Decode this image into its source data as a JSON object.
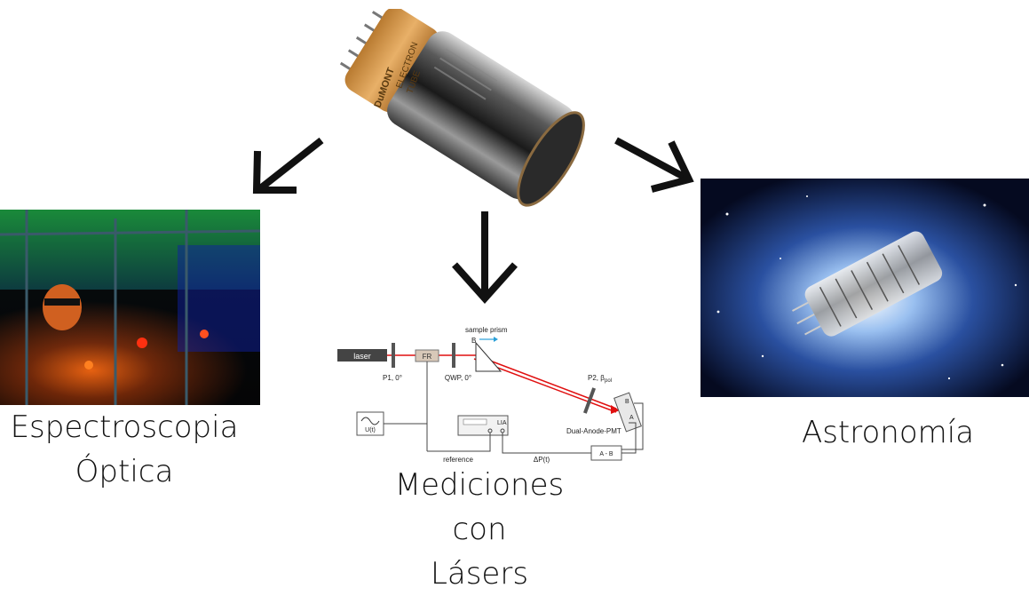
{
  "captions": {
    "optics_line1": "Espectroscopia",
    "optics_line2": "Óptica",
    "lasers_line1": "Mediciones con",
    "lasers_line2": "Lásers",
    "astro": "Astronomía"
  },
  "pmt_label": {
    "line1": "ELECTRON",
    "line2": "TUBE",
    "brand": "DuMONT"
  },
  "setup": {
    "laser": "laser",
    "fr": "FR",
    "p1": "P1, 0°",
    "qwp": "QWP, 0°",
    "prism": "sample prism",
    "b_field": "B",
    "p2": "P2, β",
    "p2_sub": "pol",
    "pmt": "Dual-Anode-PMT",
    "anode_b": "B",
    "anode_a": "A",
    "lia": "LIA",
    "source": "U(t)",
    "reference": "reference",
    "delta_p": "ΔP(t)",
    "diff": "A - B"
  },
  "colors": {
    "beam": "#e01010",
    "prism_b": "#2aa0d8",
    "pmt_base": "#c48a3c",
    "galaxy": "#0a1840"
  }
}
